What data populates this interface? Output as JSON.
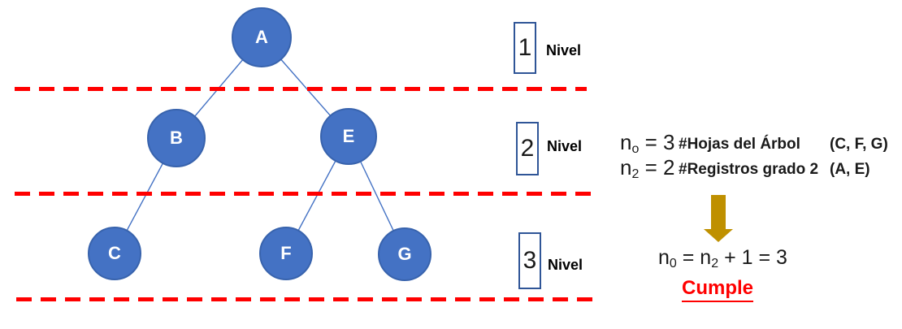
{
  "tree": {
    "nodes": [
      {
        "id": "A",
        "label": "A",
        "level": 1
      },
      {
        "id": "B",
        "label": "B",
        "level": 2
      },
      {
        "id": "E",
        "label": "E",
        "level": 2
      },
      {
        "id": "C",
        "label": "C",
        "level": 3
      },
      {
        "id": "F",
        "label": "F",
        "level": 3
      },
      {
        "id": "G",
        "label": "G",
        "level": 3
      }
    ],
    "edges": [
      [
        "A",
        "B"
      ],
      [
        "A",
        "E"
      ],
      [
        "B",
        "C"
      ],
      [
        "E",
        "F"
      ],
      [
        "E",
        "G"
      ]
    ]
  },
  "levels": [
    {
      "number": "1",
      "label": "Nivel"
    },
    {
      "number": "2",
      "label": "Nivel"
    },
    {
      "number": "3",
      "label": "Nivel"
    }
  ],
  "facts": [
    {
      "base": "n",
      "sub": "o",
      "value": " = 3",
      "desc": "#Hojas del Árbol",
      "set": "(C, F, G)"
    },
    {
      "base": "n",
      "sub": "2",
      "value": " = 2",
      "desc": "#Registros grado 2",
      "set": "(A, E)"
    }
  ],
  "formula": {
    "p1": "n",
    "s1": "0",
    "p2": " = n",
    "s2": "2",
    "p3": " + 1 = 3"
  },
  "conclusion": "Cumple",
  "colors": {
    "node_fill": "#4472C4",
    "node_border": "#3863ad",
    "edge": "#4472C4",
    "divider": "#FF0000",
    "level_box_border": "#2F5597",
    "arrow": "#BF9000",
    "conclusion_text": "#FF0000",
    "text": "#1a1a1a"
  }
}
